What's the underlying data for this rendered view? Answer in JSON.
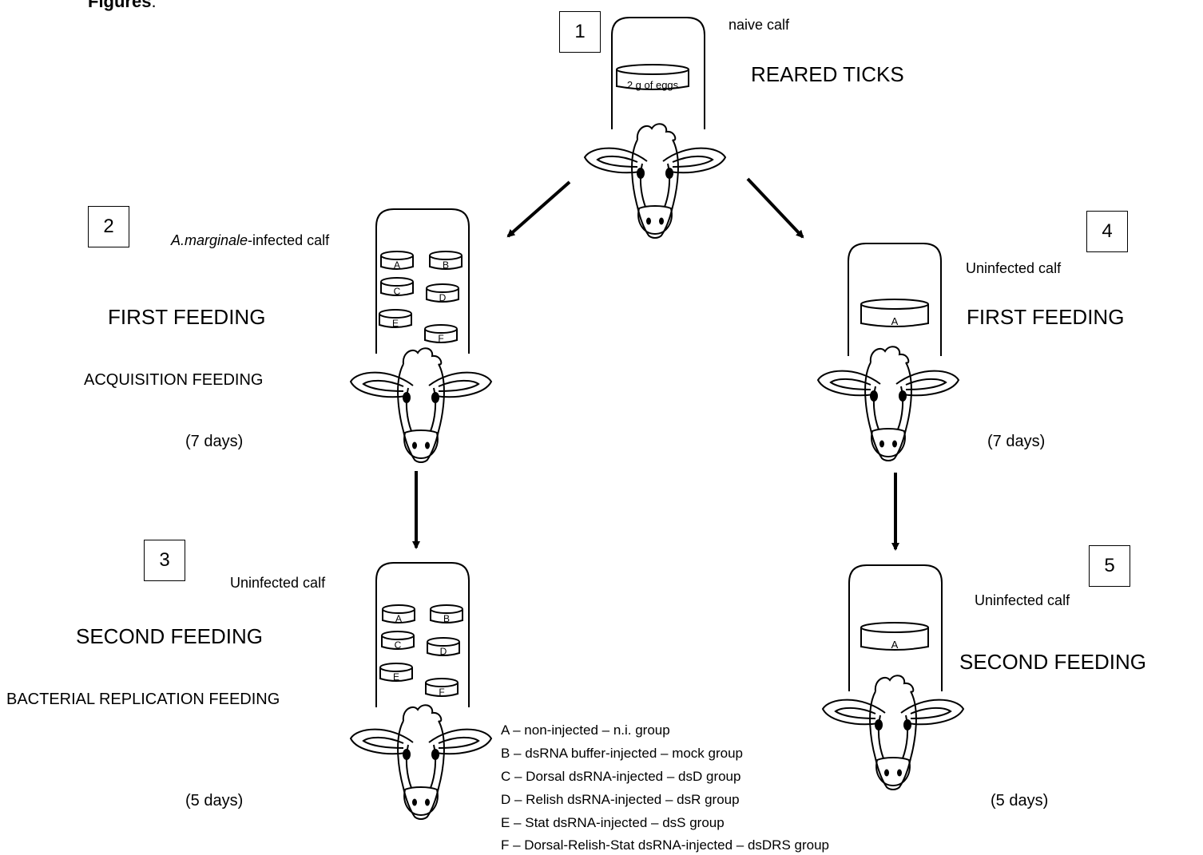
{
  "header_text": "Figures",
  "header_punct": ".",
  "steps": [
    {
      "number": "1",
      "calf": "naive calf",
      "title": "REARED TICKS",
      "dish": "2 g of eggs"
    },
    {
      "number": "2",
      "calf_italic": "A.marginale",
      "calf_rest": "-infected calf",
      "title": "FIRST FEEDING",
      "subtitle": "ACQUISITION FEEDING",
      "duration": "(7 days)"
    },
    {
      "number": "3",
      "calf": "Uninfected calf",
      "title": "SECOND FEEDING",
      "subtitle": "BACTERIAL REPLICATION FEEDING",
      "duration": "(5 days)"
    },
    {
      "number": "4",
      "calf": "Uninfected calf",
      "title": "FIRST FEEDING",
      "duration": "(7 days)"
    },
    {
      "number": "5",
      "calf": "Uninfected calf",
      "title": "SECOND FEEDING",
      "duration": "(5 days)"
    }
  ],
  "groups": [
    "A",
    "B",
    "C",
    "D",
    "E",
    "F"
  ],
  "single_group": "A",
  "legend": [
    "A – non-injected – n.i. group",
    "B – dsRNA buffer-injected – mock group",
    "C – Dorsal dsRNA-injected – dsD group",
    "D – Relish dsRNA-injected – dsR group",
    "E – Stat dsRNA-injected – dsS group",
    "F – Dorsal-Relish-Stat dsRNA-injected – dsDRS group"
  ]
}
